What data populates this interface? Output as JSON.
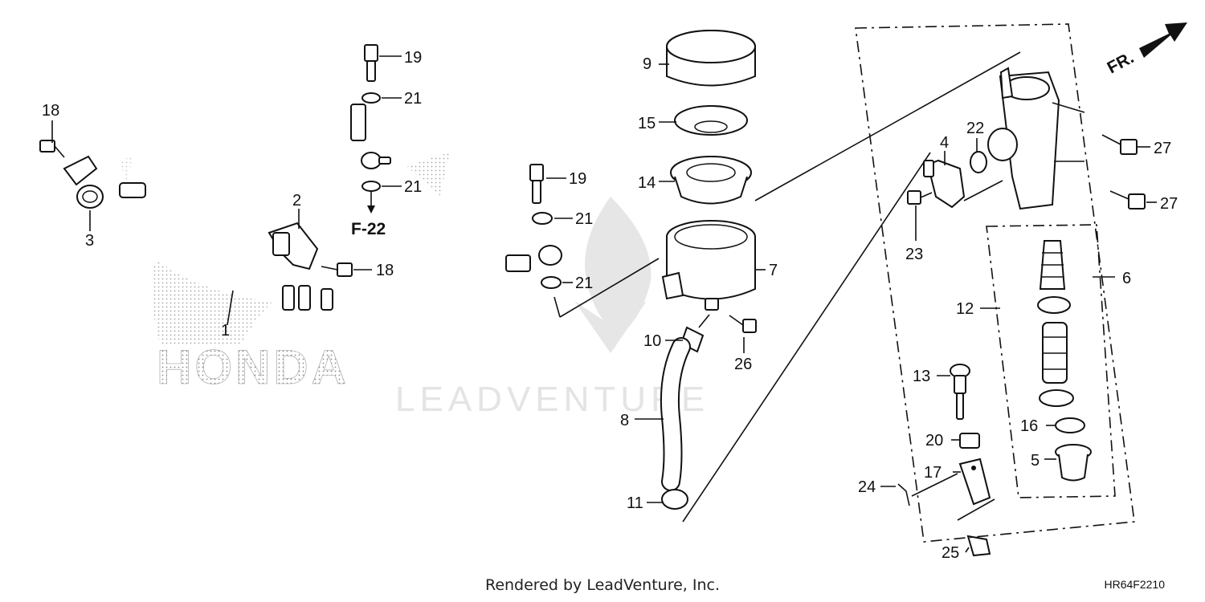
{
  "diagram": {
    "reference": "F-22",
    "direction_label": "FR.",
    "brand_watermark": "HONDA",
    "vendor_watermark": "LEADVENTURE",
    "callouts": [
      "1",
      "2",
      "3",
      "4",
      "5",
      "6",
      "7",
      "8",
      "9",
      "10",
      "11",
      "12",
      "13",
      "14",
      "15",
      "16",
      "17",
      "18",
      "18",
      "19",
      "19",
      "20",
      "21",
      "21",
      "21",
      "21",
      "22",
      "23",
      "24",
      "25",
      "26",
      "27",
      "27"
    ]
  },
  "footer": {
    "rendered_by": "Rendered by LeadVenture, Inc.",
    "diagram_code": "HR64F2210"
  }
}
